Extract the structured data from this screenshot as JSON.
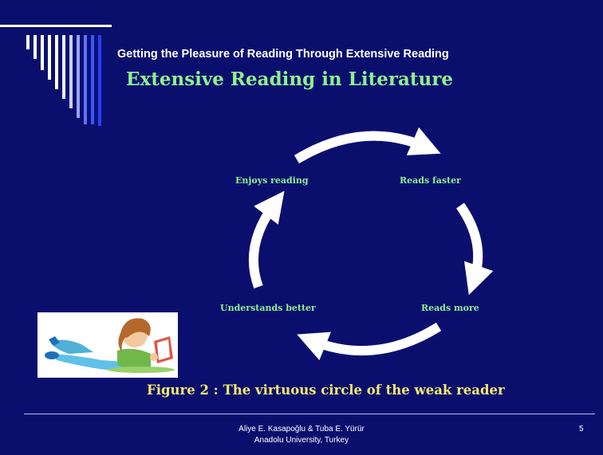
{
  "slide": {
    "subtitle": "Getting the Pleasure of Reading Through Extensive Reading",
    "title": "Extensive Reading in Literature"
  },
  "cycle": {
    "nodes": [
      "Enjoys reading",
      "Reads faster",
      "Reads more",
      "Understands better"
    ]
  },
  "caption": "Figure 2 : The virtuous circle of the weak reader",
  "footer": {
    "author": "Aliye E. Kasapoğlu & Tuba E. Yürür",
    "affiliation": "Anadolu University, Turkey",
    "page_number": "5"
  },
  "colors": {
    "background": "#0a0f6e",
    "title": "#8ff08f",
    "caption": "#f5e96b",
    "arrows": "#ffffff"
  }
}
